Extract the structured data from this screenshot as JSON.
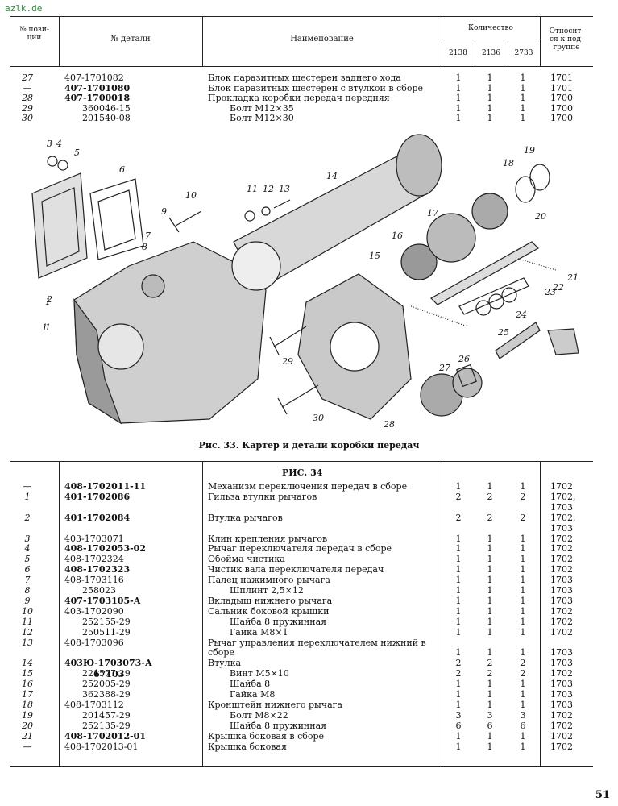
{
  "watermark": "azlk.de",
  "header": {
    "col_pos": "№ пози-\nции",
    "col_part": "№ детали",
    "col_name": "Наименование",
    "col_qty": "Количество",
    "qty_cols": [
      "2138",
      "2136",
      "2733"
    ],
    "col_group": "Относит-\nся к под-\nгруппе"
  },
  "table1": [
    {
      "pos": "27",
      "part": "407-1701082",
      "bold": false,
      "indent": 0,
      "name": "Блок паразитных шестерен заднего хода",
      "q": [
        "1",
        "1",
        "1"
      ],
      "grp": "1701"
    },
    {
      "pos": "—",
      "part": "407-1701080",
      "bold": true,
      "indent": 0,
      "name": "Блок паразитных шестерен с втулкой в сборе",
      "q": [
        "1",
        "1",
        "1"
      ],
      "grp": "1701"
    },
    {
      "pos": "28",
      "part": "407-1700018",
      "bold": true,
      "indent": 0,
      "name": "Прокладка коробки передач передняя",
      "q": [
        "1",
        "1",
        "1"
      ],
      "grp": "1700"
    },
    {
      "pos": "29",
      "part": "360046-15",
      "bold": false,
      "indent": 1,
      "name": "Болт М12×35",
      "q": [
        "1",
        "1",
        "1"
      ],
      "grp": "1700"
    },
    {
      "pos": "30",
      "part": "201540-08",
      "bold": false,
      "indent": 1,
      "name": "Болт М12×30",
      "q": [
        "1",
        "1",
        "1"
      ],
      "grp": "1700"
    }
  ],
  "figure": {
    "caption": "Рис. 33. Картер и детали коробки передач",
    "callouts": [
      "1",
      "2",
      "3",
      "4",
      "5",
      "6",
      "7",
      "8",
      "9",
      "10",
      "11",
      "12",
      "13",
      "14",
      "15",
      "16",
      "17",
      "18",
      "19",
      "20",
      "21",
      "22",
      "23",
      "24",
      "25",
      "26",
      "27",
      "28",
      "29",
      "30"
    ]
  },
  "section_title": "РИС. 34",
  "table2": [
    {
      "pos": "—",
      "part": "408-1702011-11",
      "bold": true,
      "indent": 0,
      "name": "Механизм переключения передач в сборе",
      "q": [
        "1",
        "1",
        "1"
      ],
      "grp": "1702"
    },
    {
      "pos": "1",
      "part": "401-1702086",
      "bold": true,
      "indent": 0,
      "name": "Гильза втулки рычагов",
      "q": [
        "2",
        "2",
        "2"
      ],
      "grp": "1702,"
    },
    {
      "pos": "",
      "part": "",
      "bold": false,
      "indent": 0,
      "name": "",
      "q": [
        "",
        "",
        ""
      ],
      "grp": "1703"
    },
    {
      "pos": "2",
      "part": "401-1702084",
      "bold": true,
      "indent": 0,
      "name": "Втулка рычагов",
      "q": [
        "2",
        "2",
        "2"
      ],
      "grp": "1702,"
    },
    {
      "pos": "",
      "part": "",
      "bold": false,
      "indent": 0,
      "name": "",
      "q": [
        "",
        "",
        ""
      ],
      "grp": "1703"
    },
    {
      "pos": "3",
      "part": "403-1703071",
      "bold": false,
      "indent": 0,
      "name": "Клин крепления рычагов",
      "q": [
        "1",
        "1",
        "1"
      ],
      "grp": "1702"
    },
    {
      "pos": "4",
      "part": "408-1702053-02",
      "bold": true,
      "indent": 0,
      "name": "Рычаг переключателя передач в сборе",
      "q": [
        "1",
        "1",
        "1"
      ],
      "grp": "1702"
    },
    {
      "pos": "5",
      "part": "408-1702324",
      "bold": false,
      "indent": 0,
      "name": "Обойма чистика",
      "q": [
        "1",
        "1",
        "1"
      ],
      "grp": "1702"
    },
    {
      "pos": "6",
      "part": "408-1702323",
      "bold": true,
      "indent": 0,
      "name": "Чистик вала переключателя передач",
      "q": [
        "1",
        "1",
        "1"
      ],
      "grp": "1702"
    },
    {
      "pos": "7",
      "part": "408-1703116",
      "bold": false,
      "indent": 0,
      "name": "Палец нажимного рычага",
      "q": [
        "1",
        "1",
        "1"
      ],
      "grp": "1703"
    },
    {
      "pos": "8",
      "part": "258023",
      "bold": false,
      "indent": 1,
      "name": "Шплинт 2,5×12",
      "q": [
        "1",
        "1",
        "1"
      ],
      "grp": "1703"
    },
    {
      "pos": "9",
      "part": "407-1703105-А",
      "bold": true,
      "indent": 0,
      "name": "Вкладыш нижнего рычага",
      "q": [
        "1",
        "1",
        "1"
      ],
      "grp": "1703"
    },
    {
      "pos": "10",
      "part": "403-1702090",
      "bold": false,
      "indent": 0,
      "name": "Сальник боковой крышки",
      "q": [
        "1",
        "1",
        "1"
      ],
      "grp": "1702"
    },
    {
      "pos": "11",
      "part": "252155-29",
      "bold": false,
      "indent": 1,
      "name": "Шайба 8 пружинная",
      "q": [
        "1",
        "1",
        "1"
      ],
      "grp": "1702"
    },
    {
      "pos": "12",
      "part": "250511-29",
      "bold": false,
      "indent": 1,
      "name": "Гайка М8×1",
      "q": [
        "1",
        "1",
        "1"
      ],
      "grp": "1702"
    },
    {
      "pos": "13",
      "part": "408-1703096",
      "bold": false,
      "indent": 0,
      "name": "Рычаг управления переключателем нижний в",
      "q": [
        "",
        "",
        ""
      ],
      "grp": ""
    },
    {
      "pos": "",
      "part": "",
      "bold": false,
      "indent": 0,
      "name": "сборе",
      "q": [
        "1",
        "1",
        "1"
      ],
      "grp": "1703"
    },
    {
      "pos": "14",
      "part": "403Ю-1703073-А",
      "part2": "67103",
      "bold": true,
      "indent": 0,
      "name": "Втулка",
      "q": [
        "2",
        "2",
        "2"
      ],
      "grp": "1703"
    },
    {
      "pos": "15",
      "part": "221577-29",
      "bold": false,
      "indent": 1,
      "name": "Винт М5×10",
      "q": [
        "2",
        "2",
        "2"
      ],
      "grp": "1702"
    },
    {
      "pos": "16",
      "part": "252005-29",
      "bold": false,
      "indent": 1,
      "name": "Шайба 8",
      "q": [
        "1",
        "1",
        "1"
      ],
      "grp": "1703"
    },
    {
      "pos": "17",
      "part": "362388-29",
      "bold": false,
      "indent": 1,
      "name": "Гайка М8",
      "q": [
        "1",
        "1",
        "1"
      ],
      "grp": "1703"
    },
    {
      "pos": "18",
      "part": "408-1703112",
      "bold": false,
      "indent": 0,
      "name": "Кронштейн нижнего рычага",
      "q": [
        "1",
        "1",
        "1"
      ],
      "grp": "1703"
    },
    {
      "pos": "19",
      "part": "201457-29",
      "bold": false,
      "indent": 1,
      "name": "Болт М8×22",
      "q": [
        "3",
        "3",
        "3"
      ],
      "grp": "1702"
    },
    {
      "pos": "20",
      "part": "252135-29",
      "bold": false,
      "indent": 1,
      "name": "Шайба 8 пружинная",
      "q": [
        "6",
        "6",
        "6"
      ],
      "grp": "1702"
    },
    {
      "pos": "21",
      "part": "408-1702012-01",
      "bold": true,
      "indent": 0,
      "name": "Крышка боковая в сборе",
      "q": [
        "1",
        "1",
        "1"
      ],
      "grp": "1702"
    },
    {
      "pos": "—",
      "part": "408-1702013-01",
      "bold": false,
      "indent": 0,
      "name": "Крышка боковая",
      "q": [
        "1",
        "1",
        "1"
      ],
      "grp": "1702"
    }
  ],
  "page_number": "51"
}
